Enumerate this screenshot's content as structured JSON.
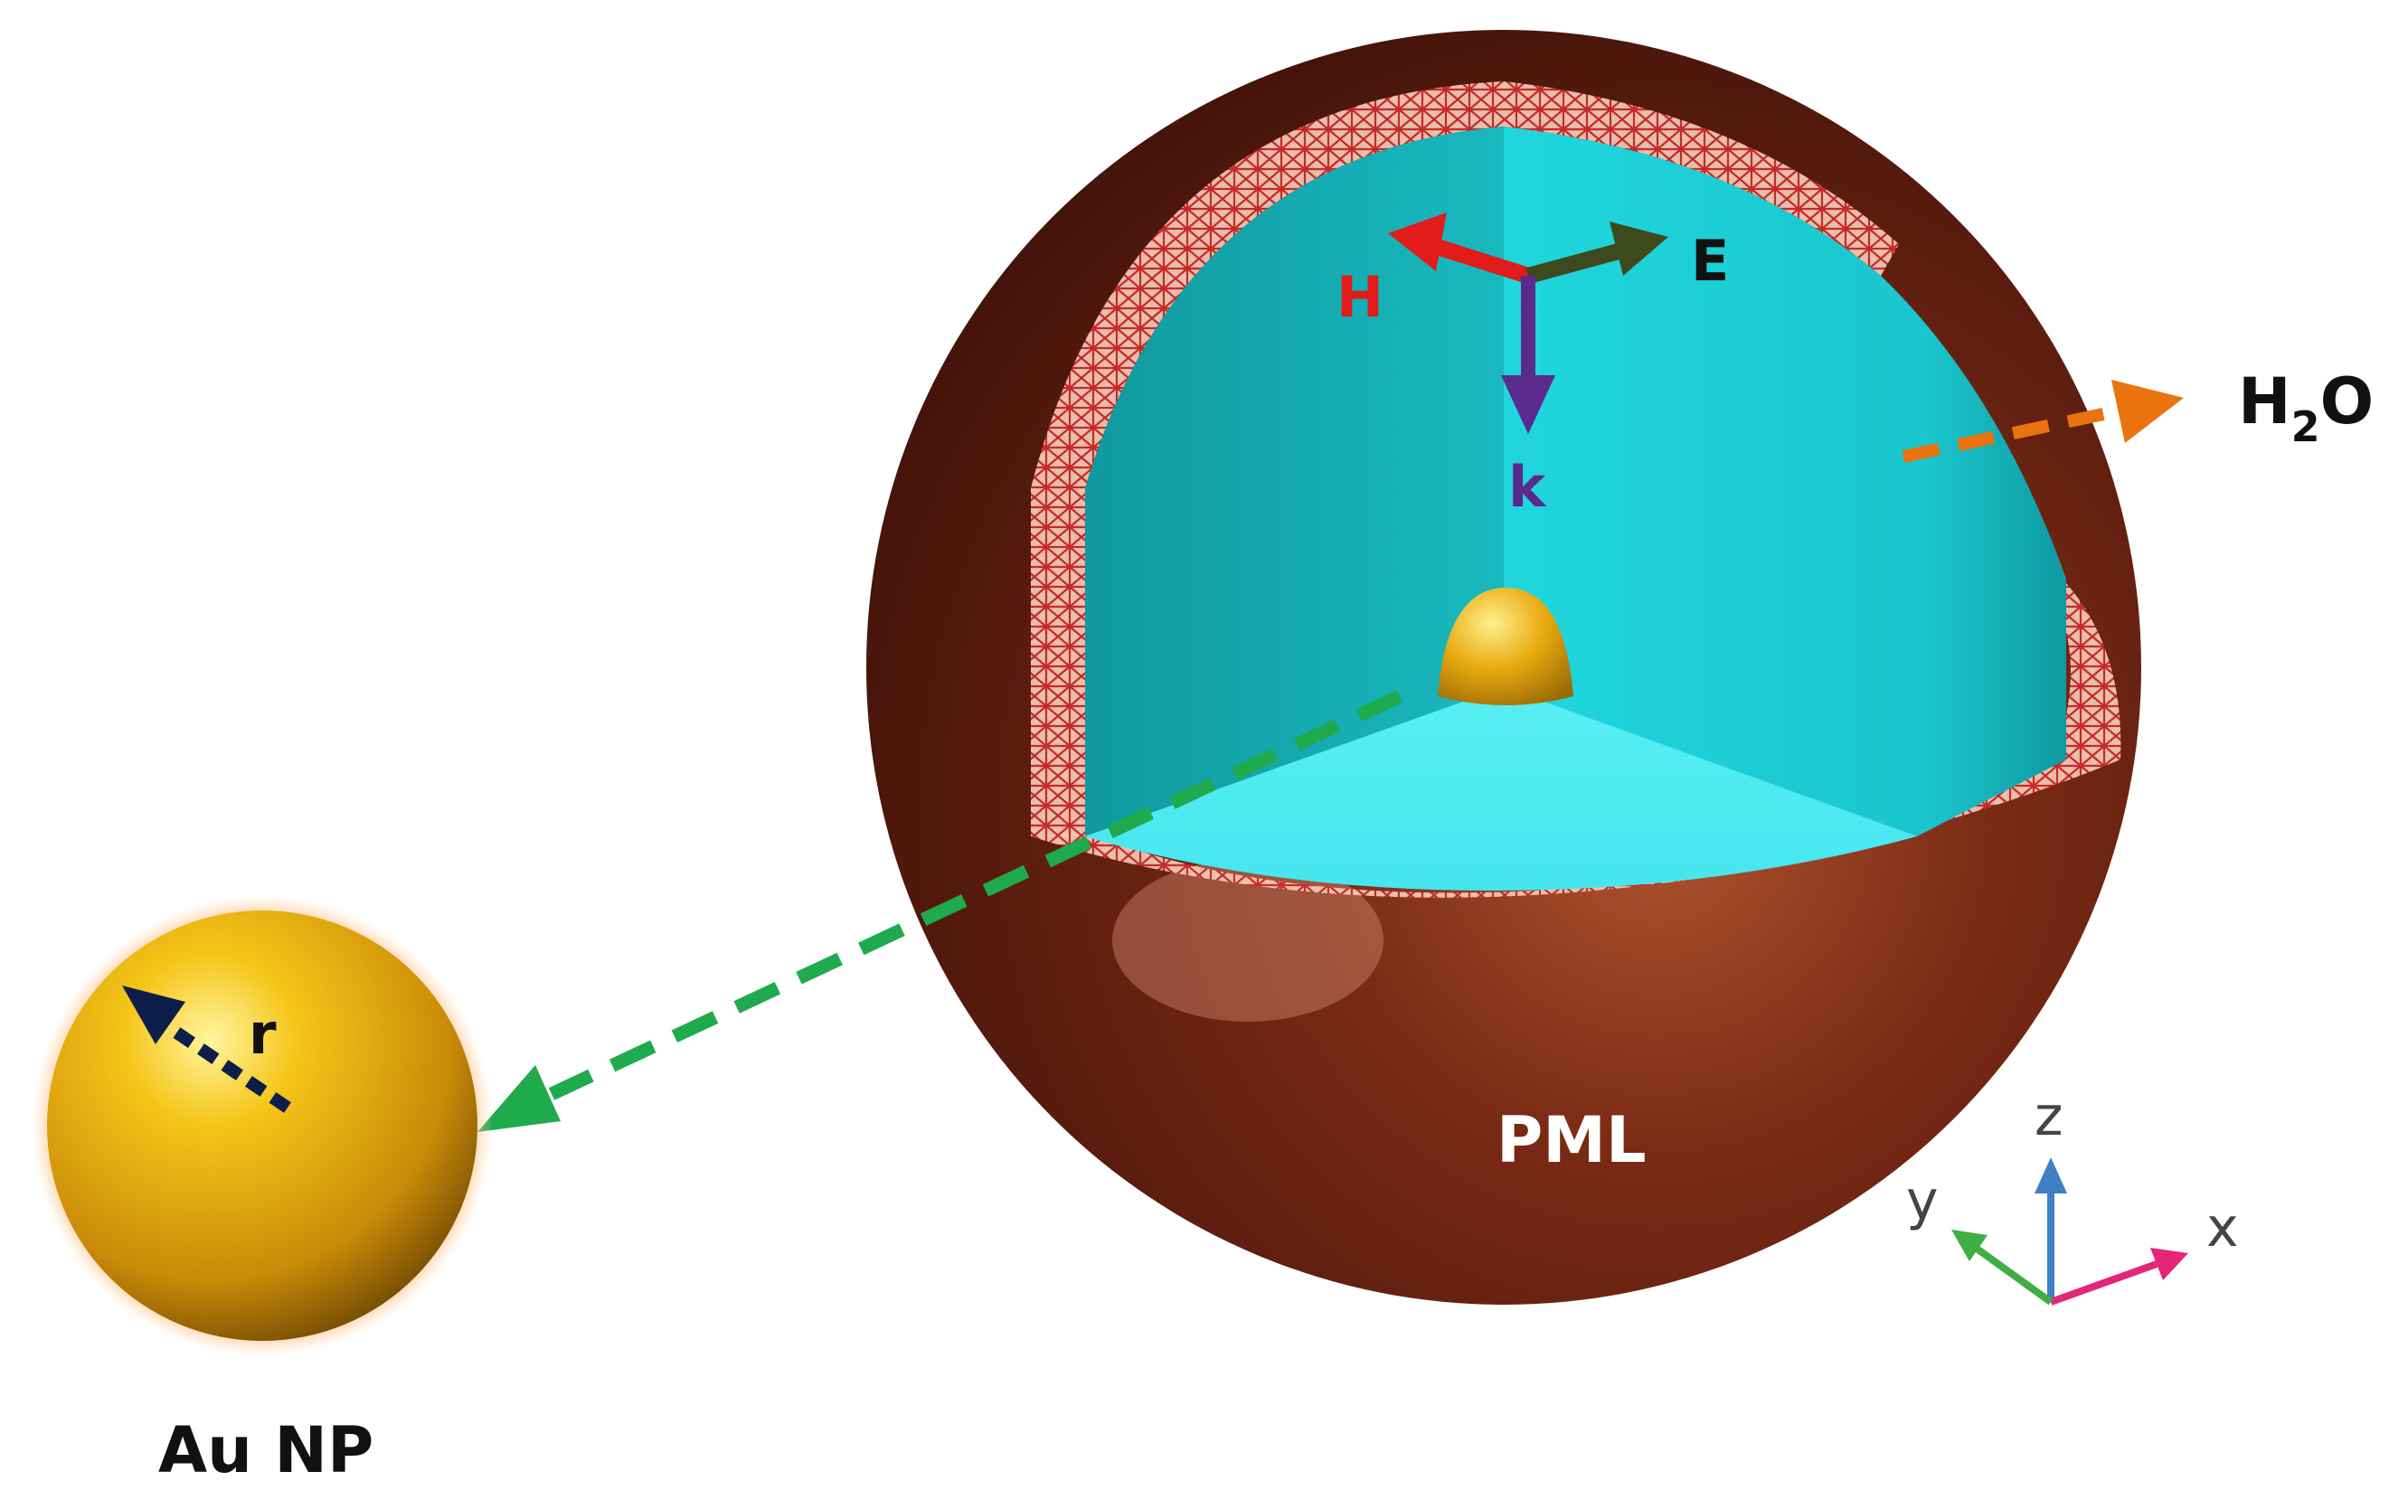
{
  "labels": {
    "h_field": "H",
    "e_field": "E",
    "k_vector": "k",
    "water_main": "H",
    "water_sub": "2",
    "water_end": "O",
    "radius": "r",
    "pml": "PML",
    "nanoparticle": "Au NP"
  },
  "axes": {
    "x": "x",
    "y": "y",
    "z": "z"
  },
  "colors": {
    "pml_shell": "#5a1a10",
    "pml_mesh": "#d03a34",
    "water_domain": "#19cbd3",
    "gold": "#f2b509",
    "h_arrow": "#e21b1b",
    "e_arrow": "#3e4a1e",
    "k_arrow": "#5a2a8c",
    "water_arrow": "#e8730f",
    "zoom_arrow": "#1faa4d",
    "radius_arrow": "#0e1e4a",
    "axis_x": "#e4257a",
    "axis_y": "#3fae44",
    "axis_z": "#3f7fc4"
  }
}
